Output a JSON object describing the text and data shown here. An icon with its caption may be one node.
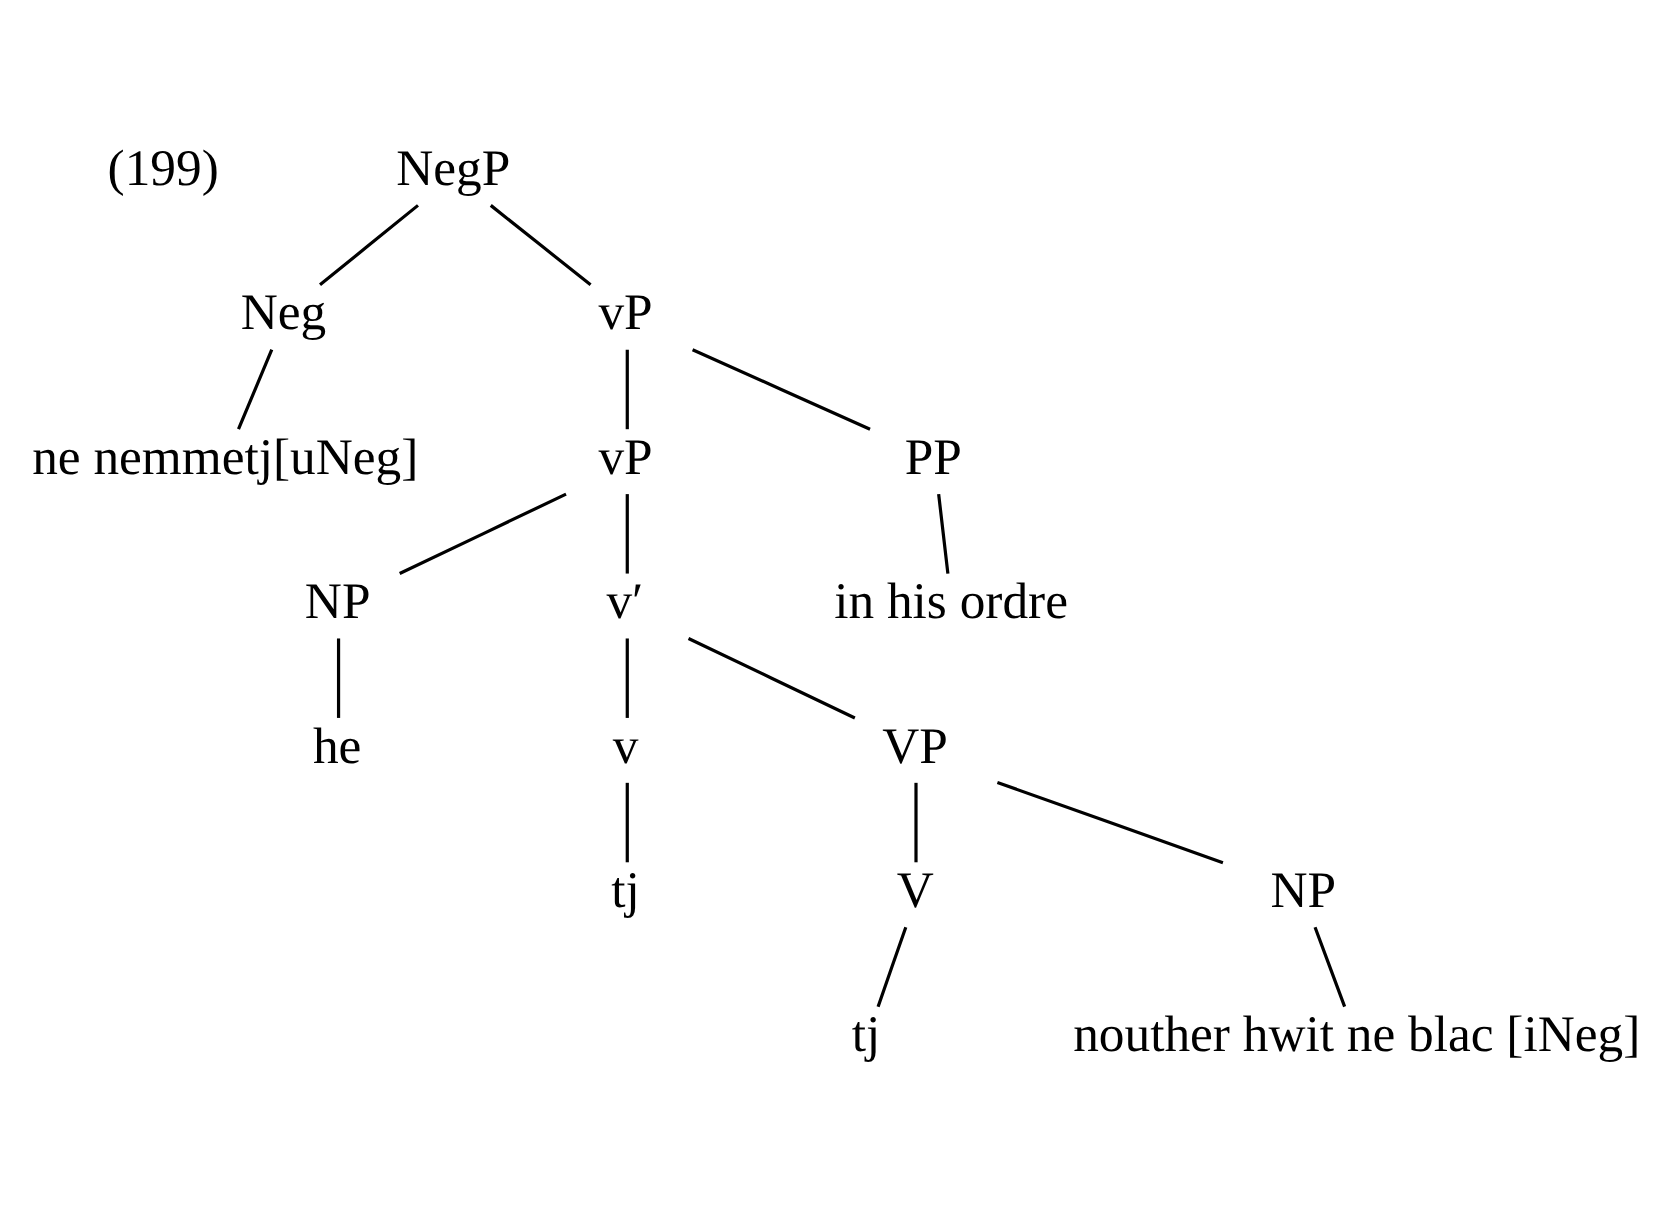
{
  "diagram": {
    "nodes": [
      {
        "text": [
          "NegP"
        ]
      },
      {
        "text": [
          "Neg"
        ]
      },
      {
        "text": [
          "vP"
        ]
      },
      {
        "text": [
          "ne nemmetj[uNeg]"
        ]
      },
      {
        "text": [
          "vP"
        ]
      },
      {
        "text": [
          "PP"
        ]
      },
      {
        "text": [
          "in his ordre"
        ]
      },
      {
        "text": [
          "NP"
        ]
      },
      {
        "text": [
          "v′"
        ]
      },
      {
        "text": [
          "he"
        ]
      },
      {
        "text": [
          "v"
        ]
      },
      {
        "text": [
          "VP"
        ]
      },
      {
        "text": [
          "tj"
        ]
      },
      {
        "text": [
          "V"
        ]
      },
      {
        "text": [
          "NP"
        ]
      },
      {
        "text": [
          "tj"
        ]
      },
      {
        "text": [
          "nouther hwit ne blac [iNeg]"
        ]
      }
    ],
    "edges": [
      {
        "from": 0,
        "to": 1,
        "arrow": "none"
      },
      {
        "from": 0,
        "to": 2,
        "arrow": "none"
      },
      {
        "from": 1,
        "to": 3,
        "arrow": "none"
      },
      {
        "from": 2,
        "to": 4,
        "arrow": "none"
      },
      {
        "from": 2,
        "to": 5,
        "arrow": "none"
      },
      {
        "from": 5,
        "to": 6,
        "arrow": "none"
      },
      {
        "from": 4,
        "to": 7,
        "arrow": "none"
      },
      {
        "from": 4,
        "to": 8,
        "arrow": "none"
      },
      {
        "from": 7,
        "to": 9,
        "arrow": "none"
      },
      {
        "from": 8,
        "to": 10,
        "arrow": "none"
      },
      {
        "from": 8,
        "to": 11,
        "arrow": "none"
      },
      {
        "from": 10,
        "to": 12,
        "arrow": "none"
      },
      {
        "from": 11,
        "to": 13,
        "arrow": "none"
      },
      {
        "from": 11,
        "to": 14,
        "arrow": "none"
      },
      {
        "from": 13,
        "to": 15,
        "arrow": "none"
      },
      {
        "from": 14,
        "to": 16,
        "arrow": "none"
      }
    ],
    "labels": [
      "(199)"
    ]
  }
}
